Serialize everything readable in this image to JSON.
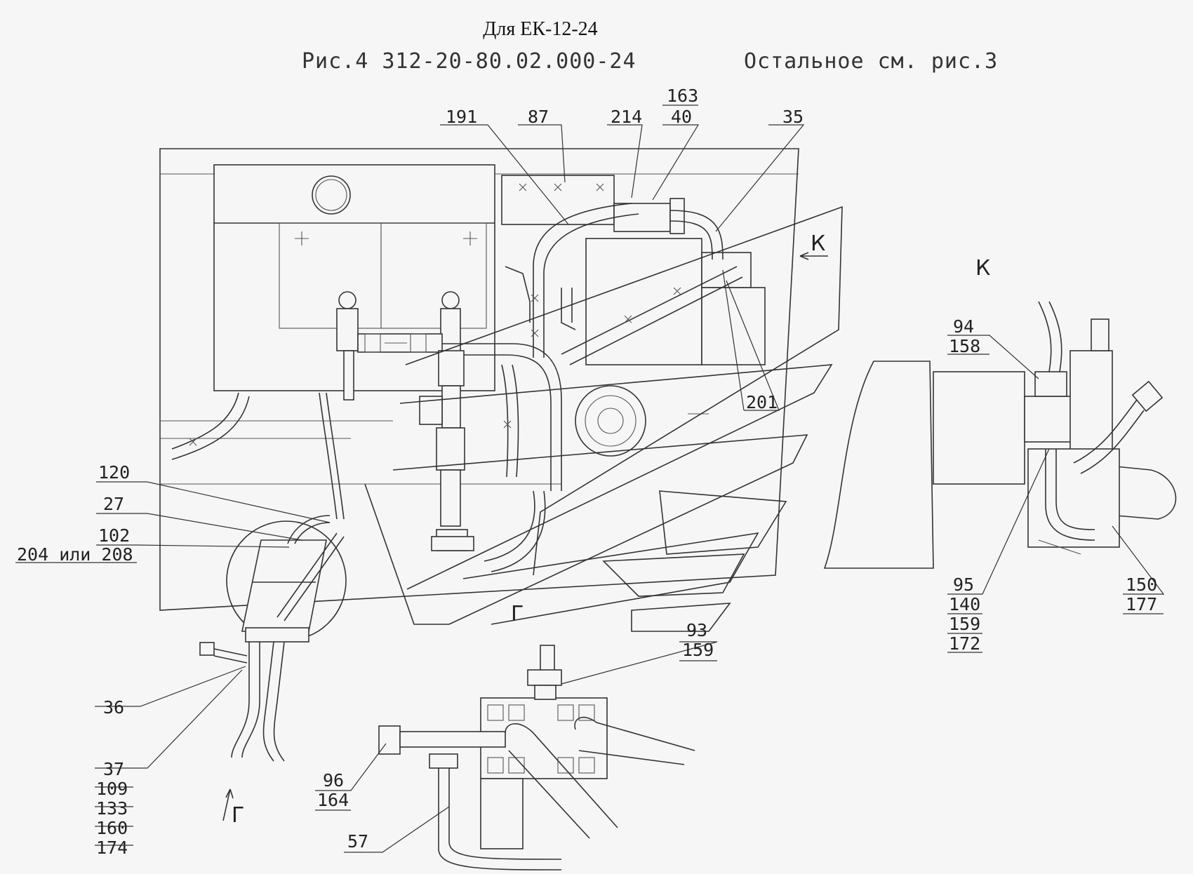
{
  "header": {
    "title": "Для ЕК-12-24",
    "figure_caption": "Рис.4 312-20-80.02.000-24",
    "note": "Остальное см. рис.3"
  },
  "views": {
    "k_arrow": "К",
    "k_view": "К",
    "g_view": "Г",
    "g_arrow": "Г"
  },
  "callouts": {
    "c191": "191",
    "c87": "87",
    "c214": "214",
    "c163": "163",
    "c40": "40",
    "c35": "35",
    "c201": "201",
    "c120": "120",
    "c27": "27",
    "c102": "102",
    "c204": "204 или 208",
    "c36": "36",
    "c37": [
      "37",
      "109",
      "133",
      "160",
      "174"
    ],
    "c94": [
      "94",
      "158"
    ],
    "c95": [
      "95",
      "140",
      "159",
      "172"
    ],
    "c150": [
      "150",
      "177"
    ],
    "c93": [
      "93",
      "159"
    ],
    "c96": [
      "96",
      "164"
    ],
    "c57": "57"
  }
}
